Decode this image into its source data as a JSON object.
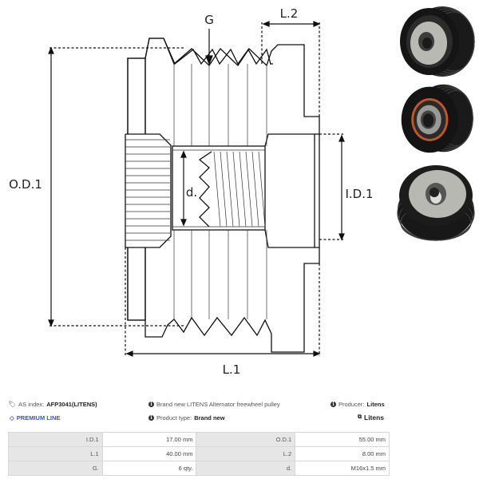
{
  "diagram": {
    "labels": {
      "groove": "G",
      "l2": "L.2",
      "od1": "O.D.1",
      "id1": "I.D.1",
      "d": "d.",
      "l1": "L.1"
    }
  },
  "photos": [
    {
      "name": "front-view",
      "alt": "Pulley front view"
    },
    {
      "name": "bearing-view",
      "alt": "Pulley bearing side view"
    },
    {
      "name": "rear-view",
      "alt": "Pulley rear view"
    }
  ],
  "info": {
    "as_index_label": "AS index:",
    "as_index_value": "AFP3041(LITENS)",
    "premium_line": "PREMIUM LINE",
    "description": "Brand new LITENS Alternator freewheel pulley",
    "product_type_label": "Product type:",
    "product_type_value": "Brand new",
    "producer_label": "Producer:",
    "producer_value": "Litens",
    "brand_logo": "Litens",
    "accent_color": "#2a5bd7"
  },
  "specs": [
    {
      "label_a": "I.D.1",
      "value_a": "17.00 mm",
      "label_b": "O.D.1",
      "value_b": "55.00 mm"
    },
    {
      "label_a": "L.1",
      "value_a": "40.00 mm",
      "label_b": "L.2",
      "value_b": "8.00 mm"
    },
    {
      "label_a": "G.",
      "value_a": "6 qty.",
      "label_b": "d.",
      "value_b": "M16x1.5 mm"
    }
  ]
}
